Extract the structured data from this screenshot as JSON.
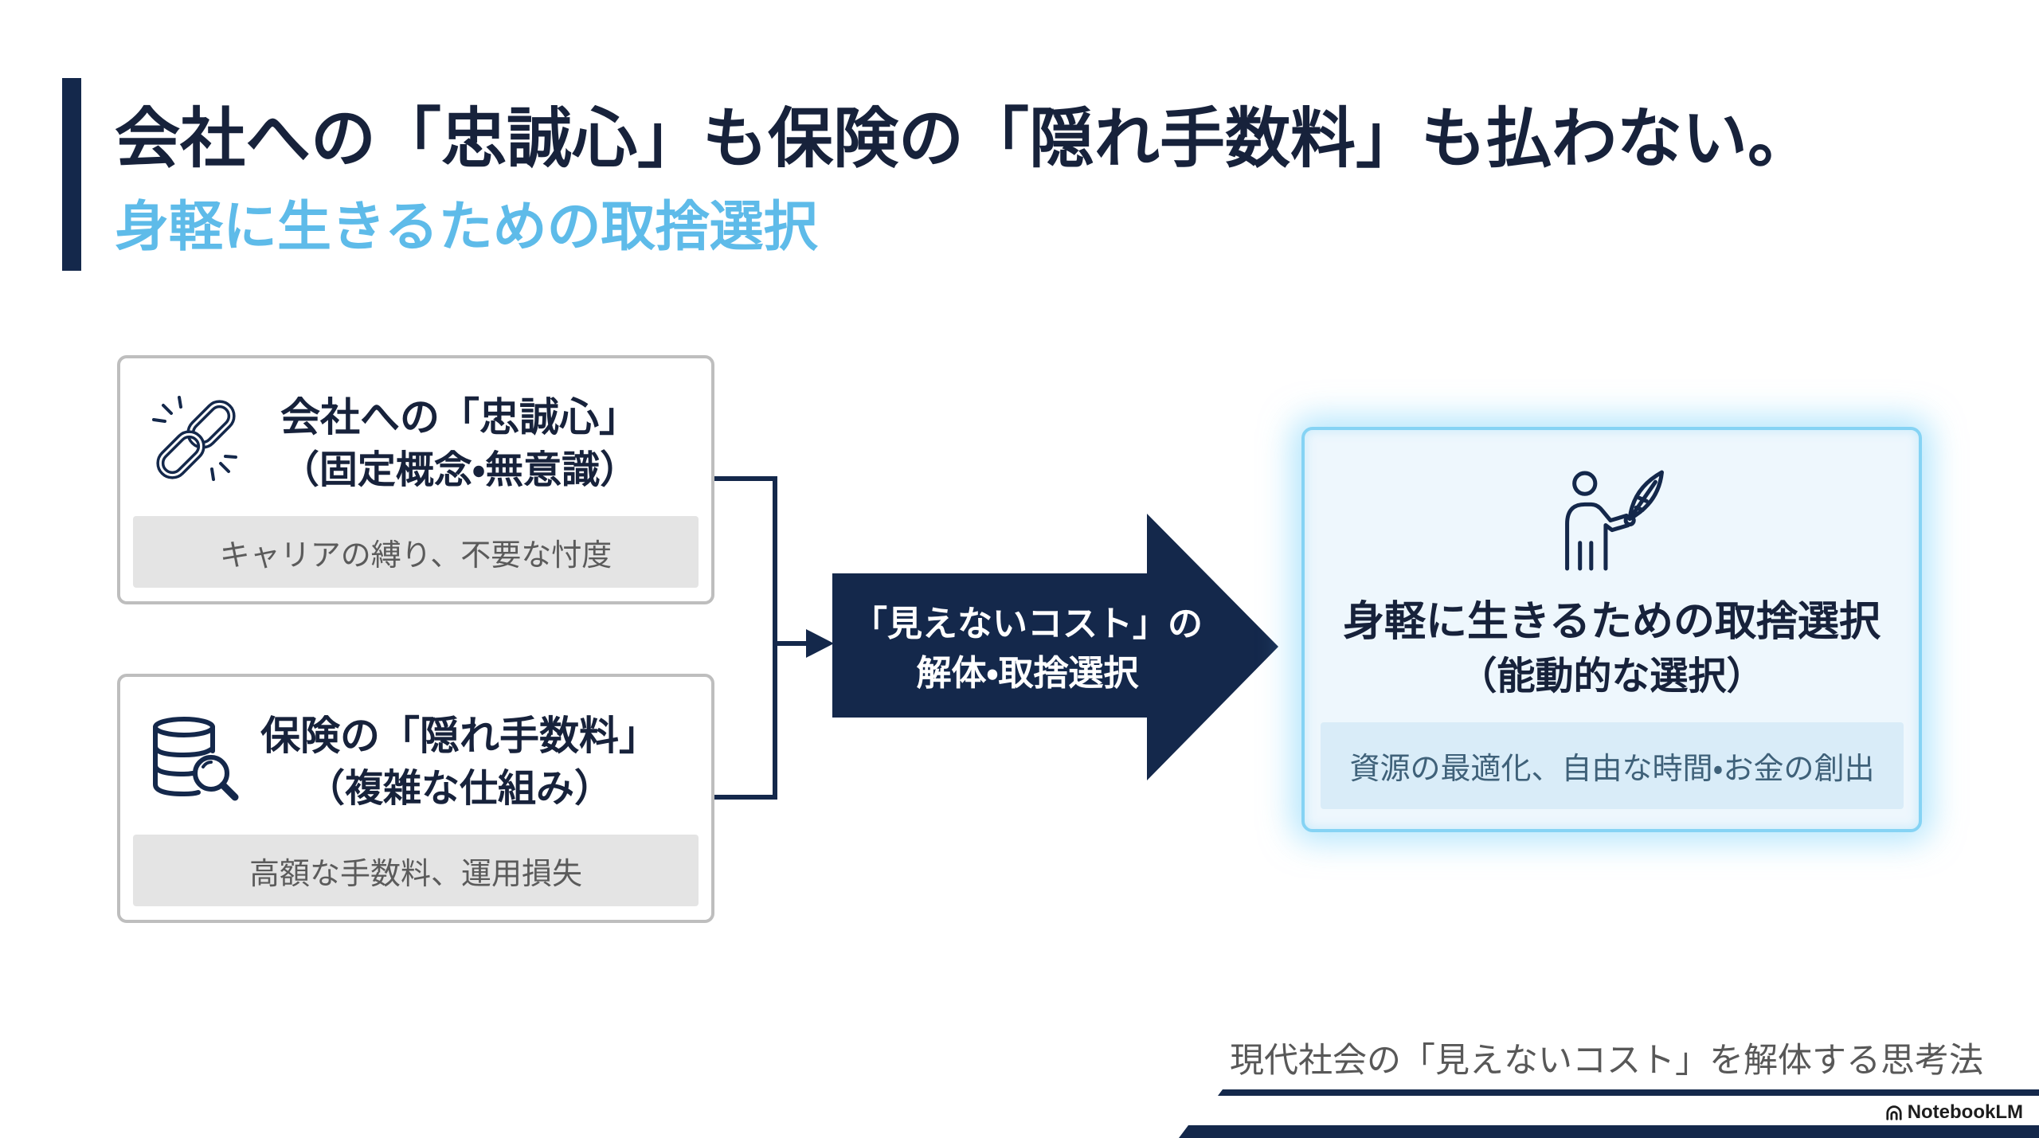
{
  "slide": {
    "title": "会社への「忠誠心」も保険の「隠れ手数料」も払わない。",
    "subtitle": "身軽に生きるための取捨選択"
  },
  "sources": [
    {
      "icon": "broken-chain-icon",
      "title": "会社への「忠誠心」",
      "note": "（固定概念・無意識）",
      "detail": "キャリアの縛り、不要な忖度"
    },
    {
      "icon": "database-search-icon",
      "title": "保険の「隠れ手数料」",
      "note": "（複雑な仕組み）",
      "detail": "高額な手数料、運用損失"
    }
  ],
  "process": {
    "line1": "「見えないコスト」の",
    "line2": "解体・取捨選択"
  },
  "result": {
    "icon": "person-quill-icon",
    "title": "身軽に生きるための取捨選択",
    "note": "（能動的な選択）",
    "detail": "資源の最適化、自由な時間・お金の創出"
  },
  "footer": {
    "caption": "現代社会の「見えないコスト」を解体する思考法",
    "brand": "NotebookLM",
    "brand_icon": "notebooklm-logo-icon"
  },
  "colors": {
    "navy": "#14284b",
    "ink": "#17223b",
    "accent": "#5ebbe9",
    "card_border": "#bebebe",
    "chip_bg": "#e4e4e4",
    "chip_text": "#5b5b5b",
    "result_bg": "#eef7fd",
    "result_border": "#85d3f4",
    "result_chip_bg": "#d9ecf8",
    "result_chip_text": "#3f6179",
    "footer_text": "#585858"
  }
}
